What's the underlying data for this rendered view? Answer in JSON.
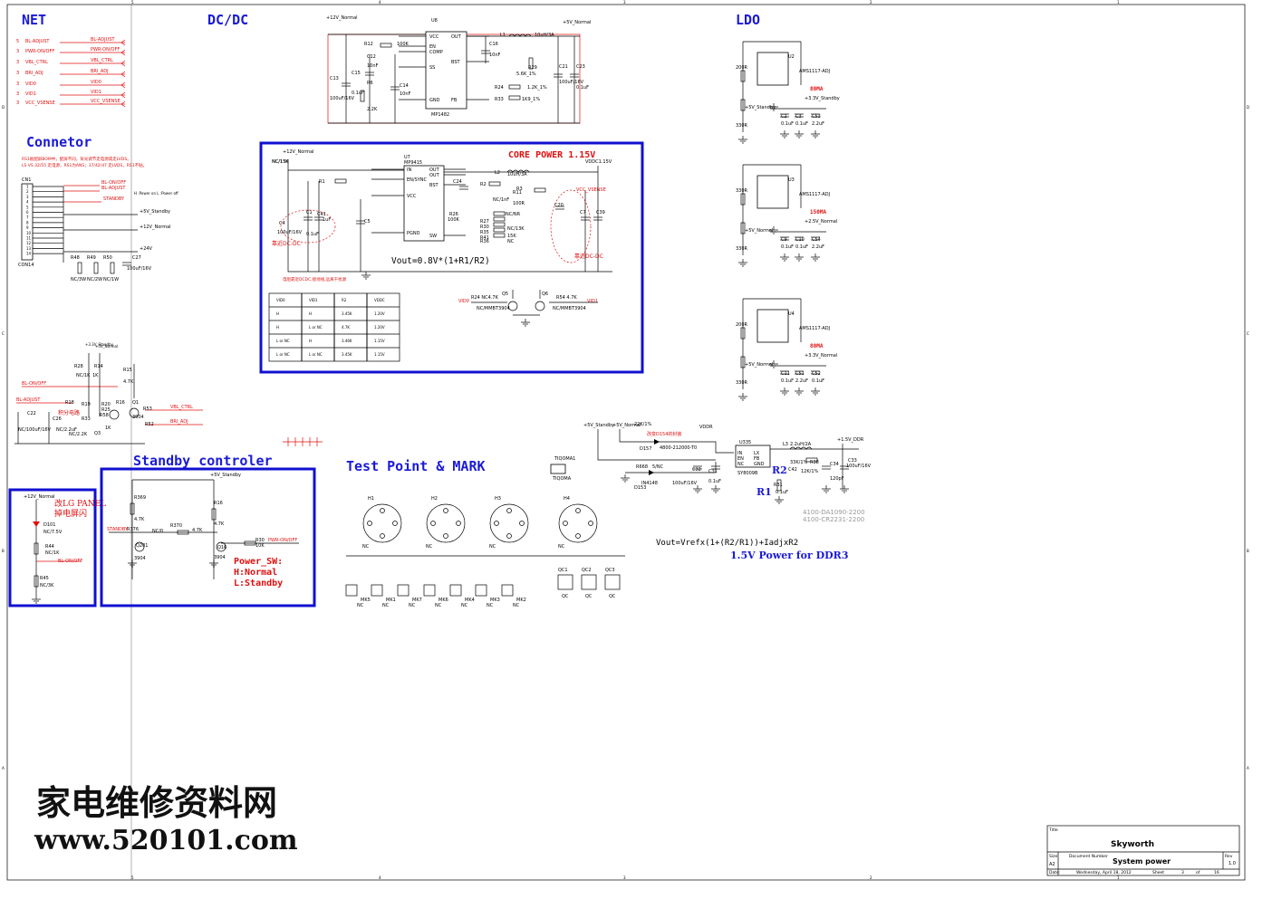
{
  "sections": {
    "net": "NET",
    "dcdc": "DC/DC",
    "ldo": "LDO",
    "connector": "Connetor",
    "core_power": "CORE POWER 1.15V",
    "standby": "Standby controler",
    "testpoint": "Test Point & MARK"
  },
  "net_signals": [
    {
      "pin": "5",
      "name": "BL-ADJUST",
      "label": "BL-ADJUST"
    },
    {
      "pin": "3",
      "name": "PWR-ON/OFF",
      "label": "PWR-ON/OFF"
    },
    {
      "pin": "3",
      "name": "VBL_CTRL",
      "label": "VBL_CTRL"
    },
    {
      "pin": "3",
      "name": "BRI_ADJ",
      "label": "BRI_ADJ"
    },
    {
      "pin": "3",
      "name": "VID0",
      "label": "VID0"
    },
    {
      "pin": "3",
      "name": "VID1",
      "label": "VID1"
    },
    {
      "pin": "3",
      "name": "VCC_VSENSE",
      "label": "VCC_VSENSE"
    }
  ],
  "dcdc": {
    "rail_in": "+12V_Normal",
    "rail_out": "+5V_Normal",
    "chip": "U8",
    "part": "MP1482",
    "pins_left": [
      "VCC",
      "EN",
      "COMP",
      "SS",
      "GND"
    ],
    "pins_right": [
      "OUT",
      "BST",
      "FB"
    ],
    "parts": [
      "R12",
      "100K",
      "C12",
      "10nF",
      "R6",
      "2.2K",
      "C14",
      "10nF",
      "C13",
      "C15",
      "100uF/16V",
      "0.1uF",
      "C16",
      "10nF",
      "L1",
      "10uH/3A",
      "R29",
      "5.6K_1%",
      "R24",
      "1.2K_1%",
      "R33",
      "1K9_1%",
      "C21",
      "C23",
      "100uF/16V",
      "0.1uF"
    ]
  },
  "ldo": [
    {
      "chip": "U2",
      "part": "AMS1117-ADJ",
      "current": "80MA",
      "rail": "+3.3V_Standby",
      "in": "+5V_Standby",
      "r_top": "200R",
      "r_bot": "330R",
      "caps": [
        "C2",
        "C3",
        "C53",
        "0.1uF",
        "0.1uF",
        "2.2uF"
      ]
    },
    {
      "chip": "U3",
      "part": "AMS1117-ADJ",
      "current": "150MA",
      "rail": "+2.5V_Normal",
      "in": "+5V_Normal",
      "r_top": "330R",
      "r_bot": "330R",
      "caps": [
        "C9",
        "C10",
        "C54",
        "0.1uF",
        "0.1uF",
        "2.2uF"
      ]
    },
    {
      "chip": "U4",
      "part": "AMS1117-ADJ",
      "current": "80MA",
      "rail": "+3.3V_Normal",
      "in": "+5V_Normal",
      "r_top": "200R",
      "r_bot": "330R",
      "caps": [
        "C11",
        "C51",
        "C52",
        "0.1uF",
        "2.2uF",
        "0.1uF"
      ]
    }
  ],
  "connector": {
    "note": "RS1板配屏BOM中，配屏不同，背光调节走电源或走LVDS。",
    "note2": "LS VS 32/55 走电源，RS1为ANS；37/42/47 走LVDS，RS1不贴。",
    "ref": "CN1",
    "part": "CON14",
    "pins": [
      "1",
      "2",
      "3",
      "4",
      "5",
      "6",
      "7",
      "8",
      "9",
      "10",
      "11",
      "12",
      "13",
      "14"
    ],
    "nets": [
      "BL-ON/OFF",
      "BL-ADJUST",
      "STANDBY",
      "+5V_Standby",
      "+12V_Normal",
      "+24V"
    ],
    "standby_note": "H :Power on  L :Power off",
    "parts": [
      "R48",
      "R49",
      "R50",
      "C27",
      "NC/3W",
      "NC/2W",
      "NC/1W",
      "100uF/16V"
    ]
  },
  "core": {
    "rail_in": "+12V_Normal",
    "chip": "U7",
    "part": "MP9415",
    "rail_out": "VDDC1.15V",
    "pins_left": [
      "IN",
      "EN/SYNC",
      "VCC",
      "PGND"
    ],
    "pins_right": [
      "OUT",
      "OUT",
      "BST",
      "SW",
      "BST"
    ],
    "formula": "Vout=0.8V*(1+R1/R2)",
    "near_dc": "靠近DC-DC",
    "near_dc2": "靠近DC-DC",
    "layout_note": "电阻靠近DCDC,接地线,远离干扰源",
    "vcc_sense": "VCC_VSENSE",
    "q": [
      "Q5",
      "Q6",
      "NC/MMBT3904",
      "NC/MMBT3904",
      "VID0",
      "VID1",
      "R24 NC4.7K",
      "R54 4.7K"
    ],
    "parts": [
      "C4",
      "C41",
      "C1",
      "C5",
      "C24",
      "C7",
      "C39",
      "C20",
      "L2",
      "R1",
      "R2",
      "R3",
      "R11",
      "R26",
      "R27",
      "R30",
      "R35",
      "R41",
      "R36",
      "100uF/16V",
      "0.1uF",
      "1uF",
      "10uH/3A",
      "100K",
      "NC/1nF",
      "100R",
      "NC/NR",
      "NC/13K",
      "15K",
      "NC",
      "NC/13K",
      "NC/15K"
    ]
  },
  "vid_table": {
    "headers": [
      "VID0",
      "VID1",
      "R2",
      "VDDC"
    ],
    "rows": [
      [
        "H",
        "H",
        "3.45K",
        "1.20V"
      ],
      [
        "H",
        "L or NC",
        "4.7K",
        "1.20V"
      ],
      [
        "L or NC",
        "H",
        "3.46K",
        "1.15V"
      ],
      [
        "L or NC",
        "L or NC",
        "3.45K",
        "1.15V"
      ]
    ]
  },
  "backlight": {
    "rails": [
      "+3.3V_Standby",
      "+5V_Normal"
    ],
    "nets": [
      "BL-ON/OFF",
      "BL-ADJUST",
      "VBL_CTRL",
      "BRI_ADJ"
    ],
    "label": "积分电路",
    "parts": [
      "R28",
      "R14",
      "R15",
      "R18",
      "R19",
      "R20",
      "R53",
      "R52",
      "R58",
      "R33",
      "R25",
      "R16",
      "C22",
      "C26",
      "Q1",
      "Q3",
      "NC/1K",
      "1K",
      "4.7K",
      "3904",
      "NC/100uF/16V",
      "NC/2.2uF",
      "NC/2.2K",
      "1K"
    ]
  },
  "lg_panel": {
    "text1": "改LG PANEL",
    "text2": "掉电屏闪",
    "rail": "+12V_Normal",
    "parts": [
      "D101",
      "NC/7.5V",
      "R44",
      "NC/1K",
      "R45",
      "NC/3K"
    ],
    "net": "BL-ON/OFF"
  },
  "standby_ctrl": {
    "rail": "+5V_Standby",
    "input": "STANDBY",
    "output": "PWR-ON/OFF",
    "parts": [
      "R369",
      "R16",
      "R370",
      "R30",
      "R376",
      "Q201",
      "Q16",
      "4.7K",
      "4.7K",
      "NC/0",
      "4.7K",
      "10K",
      "3904",
      "3904"
    ],
    "note_title": "Power_SW:",
    "note_h": "H:Normal",
    "note_l": "L:Standby"
  },
  "testpoint": {
    "holes": [
      "H1",
      "H2",
      "H3",
      "H4"
    ],
    "hole_val": "NC",
    "marks": [
      "MK5",
      "MK1",
      "MK7",
      "MK6",
      "MK4",
      "MK3",
      "MK2"
    ],
    "qc": [
      "QC1",
      "QC2",
      "QC3"
    ],
    "qc_val": "QC",
    "tiqoma": "TIQOMA1",
    "tiqoma_val": "TIQOMA"
  },
  "ddr": {
    "rails": [
      "+5V_Standby",
      "+5V_Normal",
      "VDDR",
      "+1.5V_DDR"
    ],
    "chip": "U335",
    "part": "SY8009B",
    "pins": [
      "IN",
      "EN",
      "NC",
      "LX",
      "FB",
      "GND"
    ],
    "note": "改变D154的封装",
    "formula": "Vout=Vrefx(1+(R2/R1))+IadjxR2",
    "title": "1.5V Power for DDR3",
    "r1": "R1",
    "r2": "R2",
    "parts": [
      "D157",
      "D153",
      "R668",
      "C32",
      "C31",
      "L3",
      "R38",
      "C42",
      "C34",
      "C33",
      "R31",
      "4800-212000-T0",
      "5/NC",
      "IN4148",
      "100uF/16V",
      "0.1uF",
      "2.2uH/2A",
      "33K/1%",
      "12K/1%",
      "120pF",
      "100uF/16V",
      "0.1uF",
      "22K/1%"
    ],
    "bom": [
      "4100-DA1090-2200",
      "4100-CR2231-2200"
    ]
  },
  "watermark": {
    "cn": "家电维修资料网",
    "url": "www.520101.com"
  },
  "title_block": {
    "title_label": "Title",
    "company": "Skyworth",
    "size_label": "Size",
    "size": "A2",
    "docnum_label": "Document Number",
    "docname": "System power",
    "rev_label": "Rev",
    "rev": "1.0",
    "date_label": "Date:",
    "date": "Wednesday, April 18, 2012",
    "sheet_label": "Sheet",
    "sheet": "3",
    "of_label": "of",
    "sheets": "16"
  },
  "frame": {
    "cols": [
      "5",
      "4",
      "3",
      "2",
      "1"
    ],
    "rows": [
      "D",
      "C",
      "B",
      "A"
    ]
  },
  "colors": {
    "section": "#1a1ad8",
    "red": "#e01010",
    "box": "#1010d0",
    "wire": "#000000"
  }
}
